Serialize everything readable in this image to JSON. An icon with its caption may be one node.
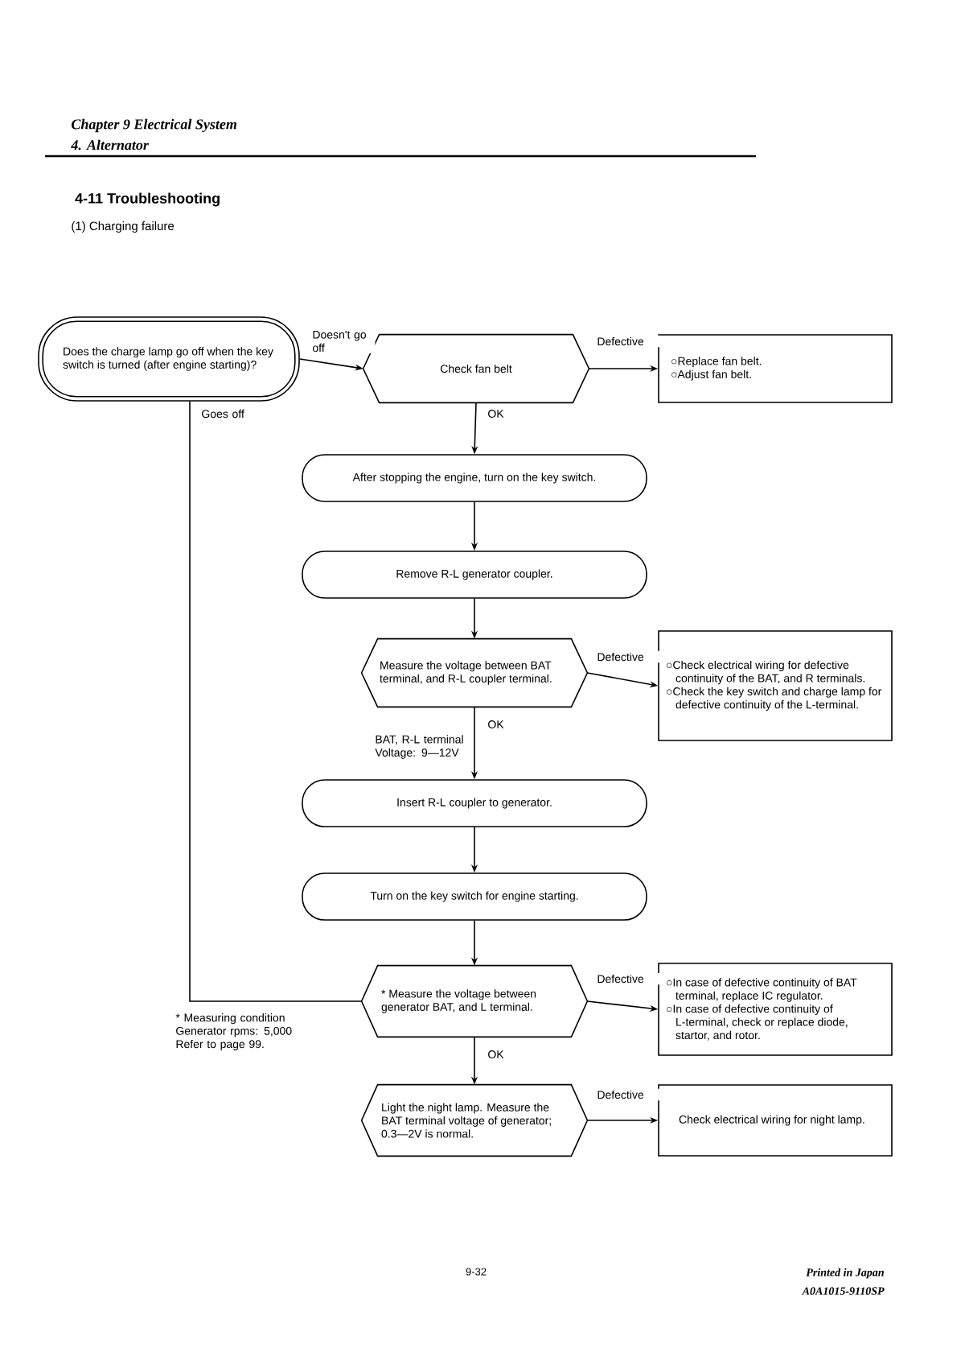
{
  "diagram": {
    "title": "4-11 Troubleshooting",
    "nodes": [
      {
        "text": [
          "Does the charge lamp go off when the key switch is turned (after engine starting)?"
        ]
      },
      {
        "text": [
          "Check fan belt"
        ]
      },
      {
        "text": [
          "○Replace fan belt.",
          "○Adjust fan belt."
        ]
      },
      {
        "text": [
          "After stopping the engine, turn on the key switch."
        ]
      },
      {
        "text": [
          "Remove R-L generator coupler."
        ]
      },
      {
        "text": [
          "Measure the voltage between BAT terminal, and R-L coupler terminal."
        ]
      },
      {
        "text": [
          "○Check electrical wiring for defective continuity of the BAT, and R terminals.",
          "○Check the key switch and charge lamp for defective continuity of the L-terminal."
        ]
      },
      {
        "text": [
          "Insert R-L coupler to generator."
        ]
      },
      {
        "text": [
          "Turn on the key switch for engine starting."
        ]
      },
      {
        "text": [
          "* Measure the voltage between generator BAT, and L terminal."
        ]
      },
      {
        "text": [
          "○In case of defective continuity of BAT terminal, replace IC regulator.",
          "○In case of defective continuity of L-terminal, check or replace diode, startor, and rotor."
        ]
      },
      {
        "text": [
          "Light the night lamp. Measure the BAT terminal voltage of generator; 0.3—2V is normal."
        ]
      },
      {
        "text": [
          "Check electrical wiring for night lamp."
        ]
      }
    ],
    "edges": [
      {
        "from": 0,
        "to": 1,
        "arrow": "to",
        "label": "Doesn't go off"
      },
      {
        "from": 1,
        "to": 2,
        "arrow": "to",
        "label": "Defective"
      },
      {
        "from": 1,
        "to": 3,
        "arrow": "to",
        "label": "OK"
      },
      {
        "from": 3,
        "to": 4,
        "arrow": "to"
      },
      {
        "from": 4,
        "to": 5,
        "arrow": "to"
      },
      {
        "from": 5,
        "to": 6,
        "arrow": "to",
        "label": "Defective"
      },
      {
        "from": 5,
        "to": 7,
        "arrow": "to",
        "label": "OK"
      },
      {
        "from": 7,
        "to": 8,
        "arrow": "to"
      },
      {
        "from": 8,
        "to": 9,
        "arrow": "to"
      },
      {
        "from": 0,
        "to": 9,
        "arrow": "none",
        "label": "Goes off"
      },
      {
        "from": 9,
        "to": 10,
        "arrow": "to",
        "label": "Defective"
      },
      {
        "from": 9,
        "to": 11,
        "arrow": "to",
        "label": "OK"
      },
      {
        "from": 11,
        "to": 12,
        "arrow": "to",
        "label": "Defective"
      }
    ],
    "labels": [
      "Chapter 9 Electrical System",
      "4. Alternator",
      "(1) Charging failure",
      "BAT, R-L terminal Voltage: 9—12V",
      "* Measuring condition Generator rpms: 5,000 Refer to page 99.",
      "9-32",
      "Printed in Japan",
      "A0A1015-9110SP"
    ]
  }
}
